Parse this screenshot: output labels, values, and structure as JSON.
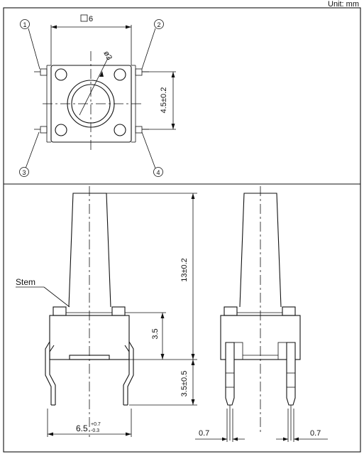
{
  "header": {
    "unit_label": "Unit: mm"
  },
  "top_view": {
    "width_label": "6",
    "diameter_label": "ø3",
    "pitch_label": "4.5±0.2",
    "pins": [
      "1",
      "2",
      "3",
      "4"
    ]
  },
  "front_view": {
    "stem_label": "Stem",
    "height_total_label": "13±0.2",
    "body_height_label": "3.5",
    "lead_length_label": "3.5±0.5",
    "lead_span_main": "6.5",
    "lead_span_plus": "+0.7",
    "lead_span_minus": "-0.3"
  },
  "side_view": {
    "lead_width_left": "0.7",
    "lead_width_right": "0.7"
  }
}
